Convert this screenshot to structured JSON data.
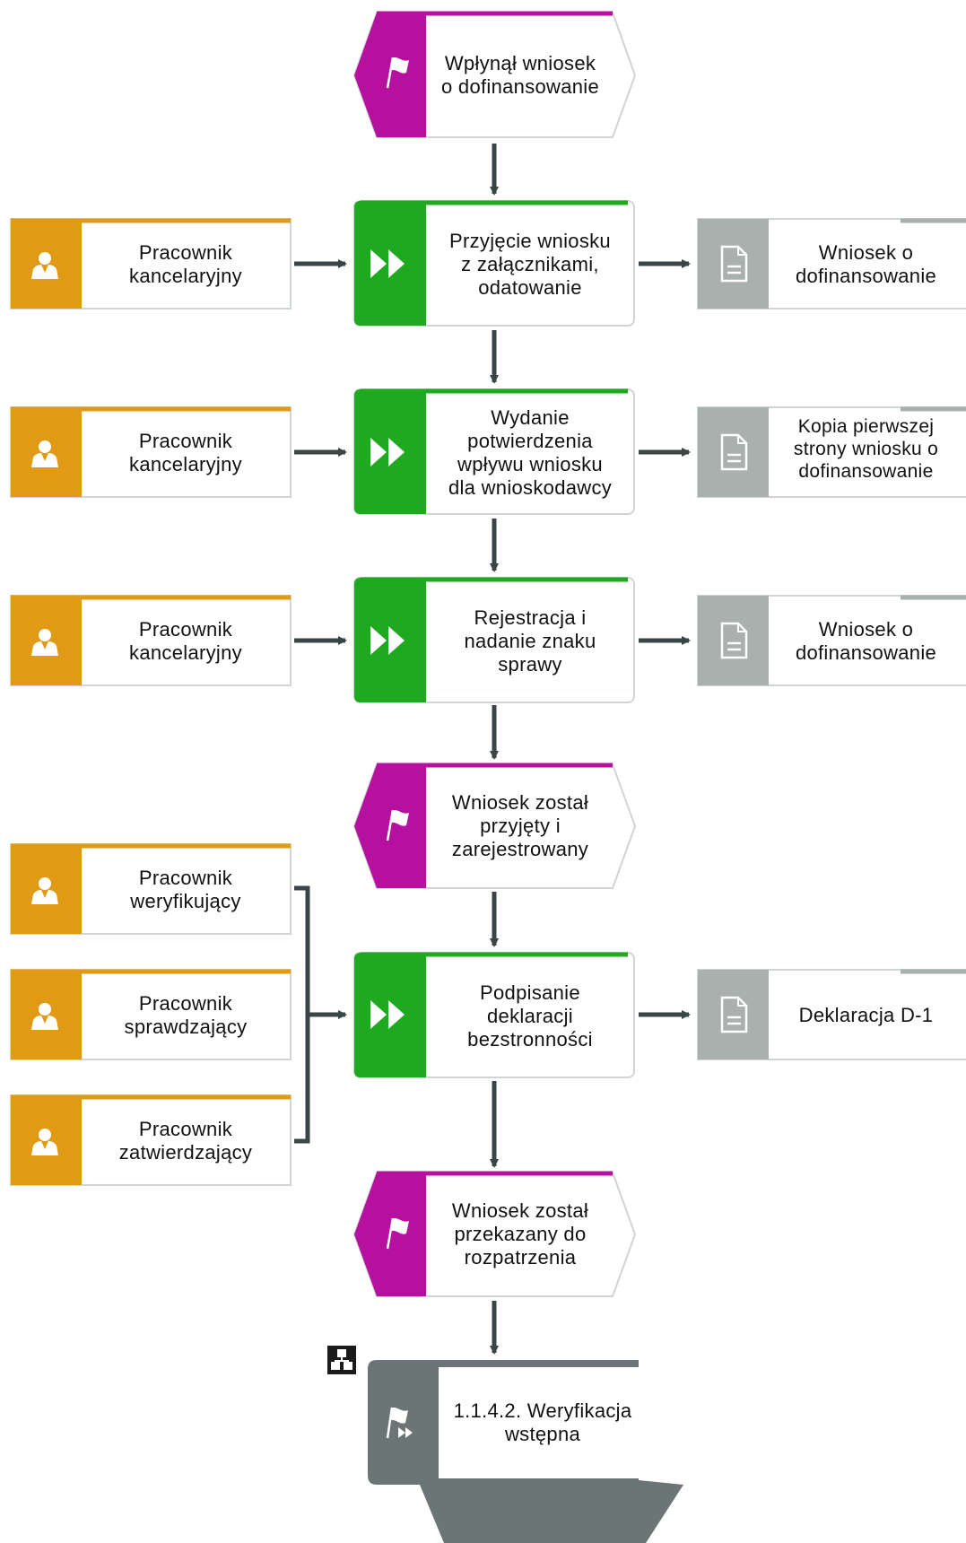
{
  "events": [
    {
      "text": "Wpłynął wniosek\no dofinansowanie"
    },
    {
      "text": "Wniosek został\nprzyjęty i\nzarejestrowany"
    },
    {
      "text": "Wniosek został\nprzekazany do\nrozpatrzenia"
    }
  ],
  "functions": [
    {
      "text": "Przyjęcie wniosku\nz załącznikami,\nodatowanie"
    },
    {
      "text": "Wydanie\npotwierdzenia\nwpływu wniosku\ndla wnioskodawcy"
    },
    {
      "text": "Rejestracja i\nnadanie znaku\nsprawy"
    },
    {
      "text": "Podpisanie\ndeklaracji\nbezstronności"
    }
  ],
  "roles": [
    {
      "text": "Pracownik\nkancelaryjny"
    },
    {
      "text": "Pracownik\nkancelaryjny"
    },
    {
      "text": "Pracownik\nkancelaryjny"
    },
    {
      "text": "Pracownik\nweryfikujący"
    },
    {
      "text": "Pracownik\nsprawdzający"
    },
    {
      "text": "Pracownik\nzatwierdzający"
    }
  ],
  "documents": [
    {
      "text": "Wniosek o\ndofinansowanie"
    },
    {
      "text": "Kopia pierwszej\nstrony wniosku o\ndofinansowanie"
    },
    {
      "text": "Wniosek o\ndofinansowanie"
    },
    {
      "text": "Deklaracja D-1"
    }
  ],
  "process_link": {
    "text": "1.1.4.2. Weryfikacja\nwstępna"
  },
  "colors": {
    "event": "#b5119e",
    "function": "#1ea91e",
    "role": "#e09a16",
    "document": "#a9b0ad",
    "process": "#6b7575",
    "arrow": "#3a4646"
  }
}
